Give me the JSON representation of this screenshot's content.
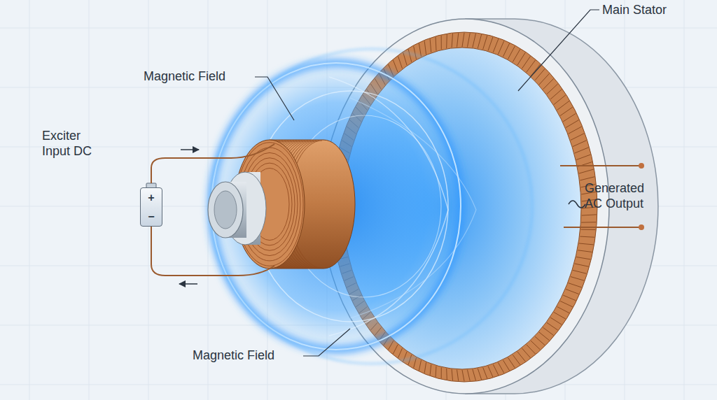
{
  "diagram": {
    "nodes": [
      {
        "text": [
          "+",
          "−"
        ]
      }
    ],
    "labels": [
      "Magnetic Field",
      "Main Stator",
      "Exciter Input DC",
      "Generated AC Output",
      "Magnetic Field"
    ]
  }
}
